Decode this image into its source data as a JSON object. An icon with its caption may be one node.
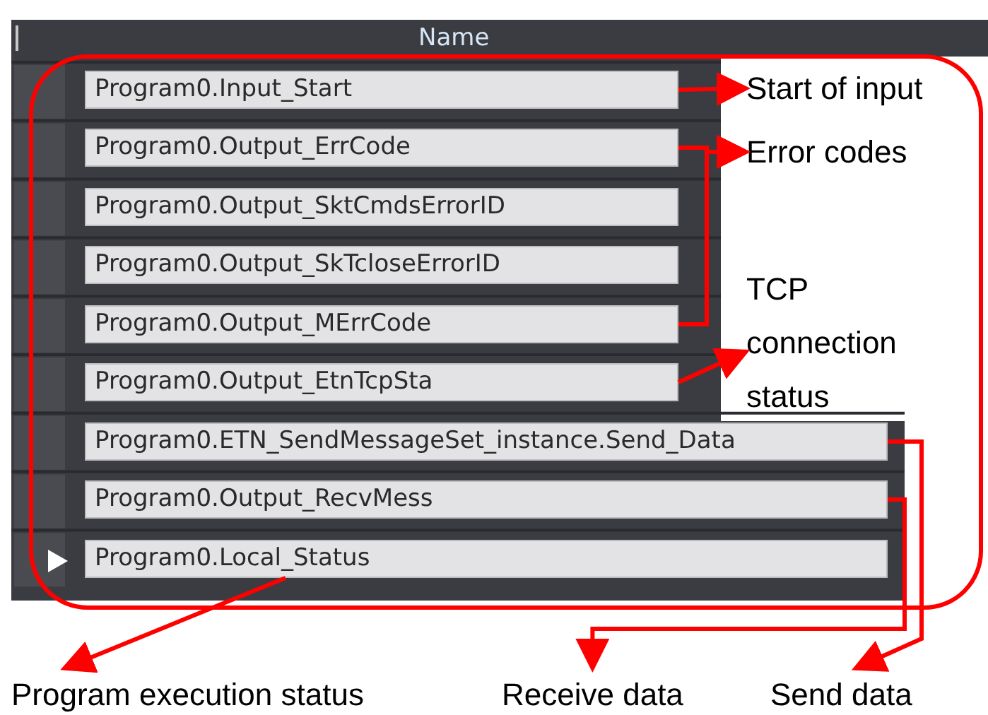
{
  "diagram": {
    "nodes": [
      {
        "text": [
          "Program0.Input_Start"
        ]
      },
      {
        "text": [
          "Program0.Output_ErrCode"
        ]
      },
      {
        "text": [
          "Program0.Output_SktCmdsErrorID"
        ]
      },
      {
        "text": [
          "Program0.Output_SkTcloseErrorID"
        ]
      },
      {
        "text": [
          "Program0.Output_MErrCode"
        ]
      },
      {
        "text": [
          "Program0.Output_EtnTcpSta"
        ]
      },
      {
        "text": [
          "Program0.ETN_SendMessageSet_instance.Send_Data"
        ]
      },
      {
        "text": [
          "Program0.Output_RecvMess"
        ]
      },
      {
        "text": [
          "Program0.Local_Status"
        ]
      },
      {
        "text": [
          "Start of input"
        ]
      },
      {
        "text": [
          "Error codes"
        ]
      },
      {
        "text": [
          "TCP connection status"
        ]
      },
      {
        "text": [
          "Program execution status"
        ]
      },
      {
        "text": [
          "Receive data"
        ]
      },
      {
        "text": [
          "Send data"
        ]
      }
    ],
    "edges": [
      {
        "from": 0,
        "to": 9,
        "arrow": "to"
      },
      {
        "from": 1,
        "to": 10,
        "arrow": "to"
      },
      {
        "from": 4,
        "to": 10,
        "arrow": "to"
      },
      {
        "from": 5,
        "to": 11,
        "arrow": "to"
      },
      {
        "from": 6,
        "to": 14,
        "arrow": "to"
      },
      {
        "from": 7,
        "to": 13,
        "arrow": "to"
      },
      {
        "from": 8,
        "to": 12,
        "arrow": "to"
      }
    ],
    "labels": [
      "Name"
    ]
  }
}
